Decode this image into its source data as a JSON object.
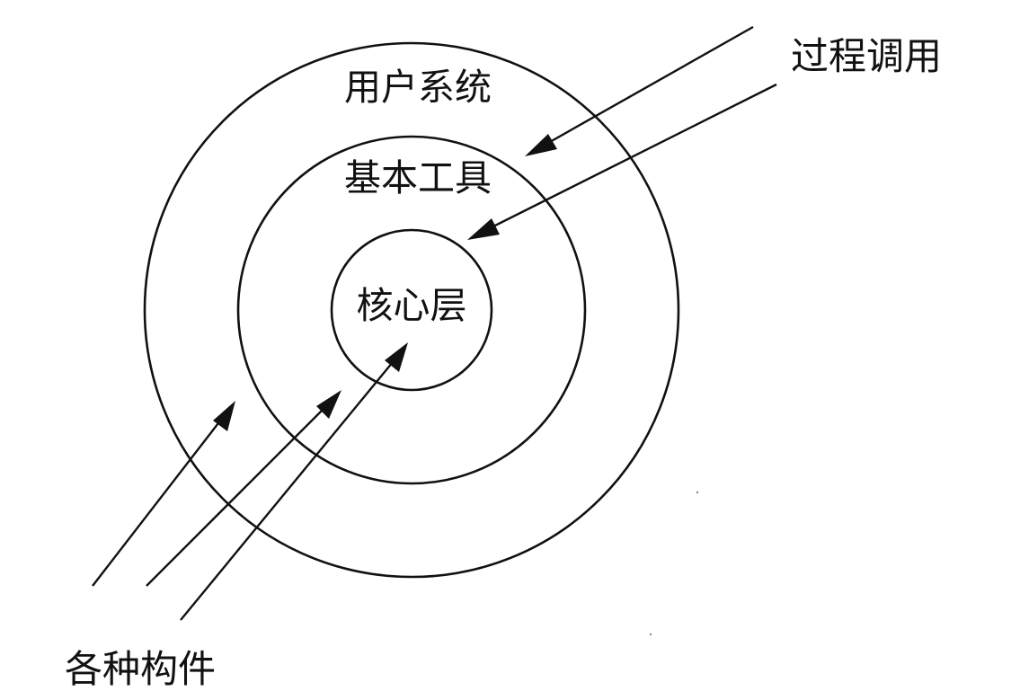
{
  "diagram": {
    "layers": {
      "outer": "用户系统",
      "middle": "基本工具",
      "core": "核心层"
    },
    "labels": {
      "procedure_call": "过程调用",
      "components": "各种构件"
    },
    "colors": {
      "stroke": "#111111",
      "background": "#ffffff"
    }
  }
}
